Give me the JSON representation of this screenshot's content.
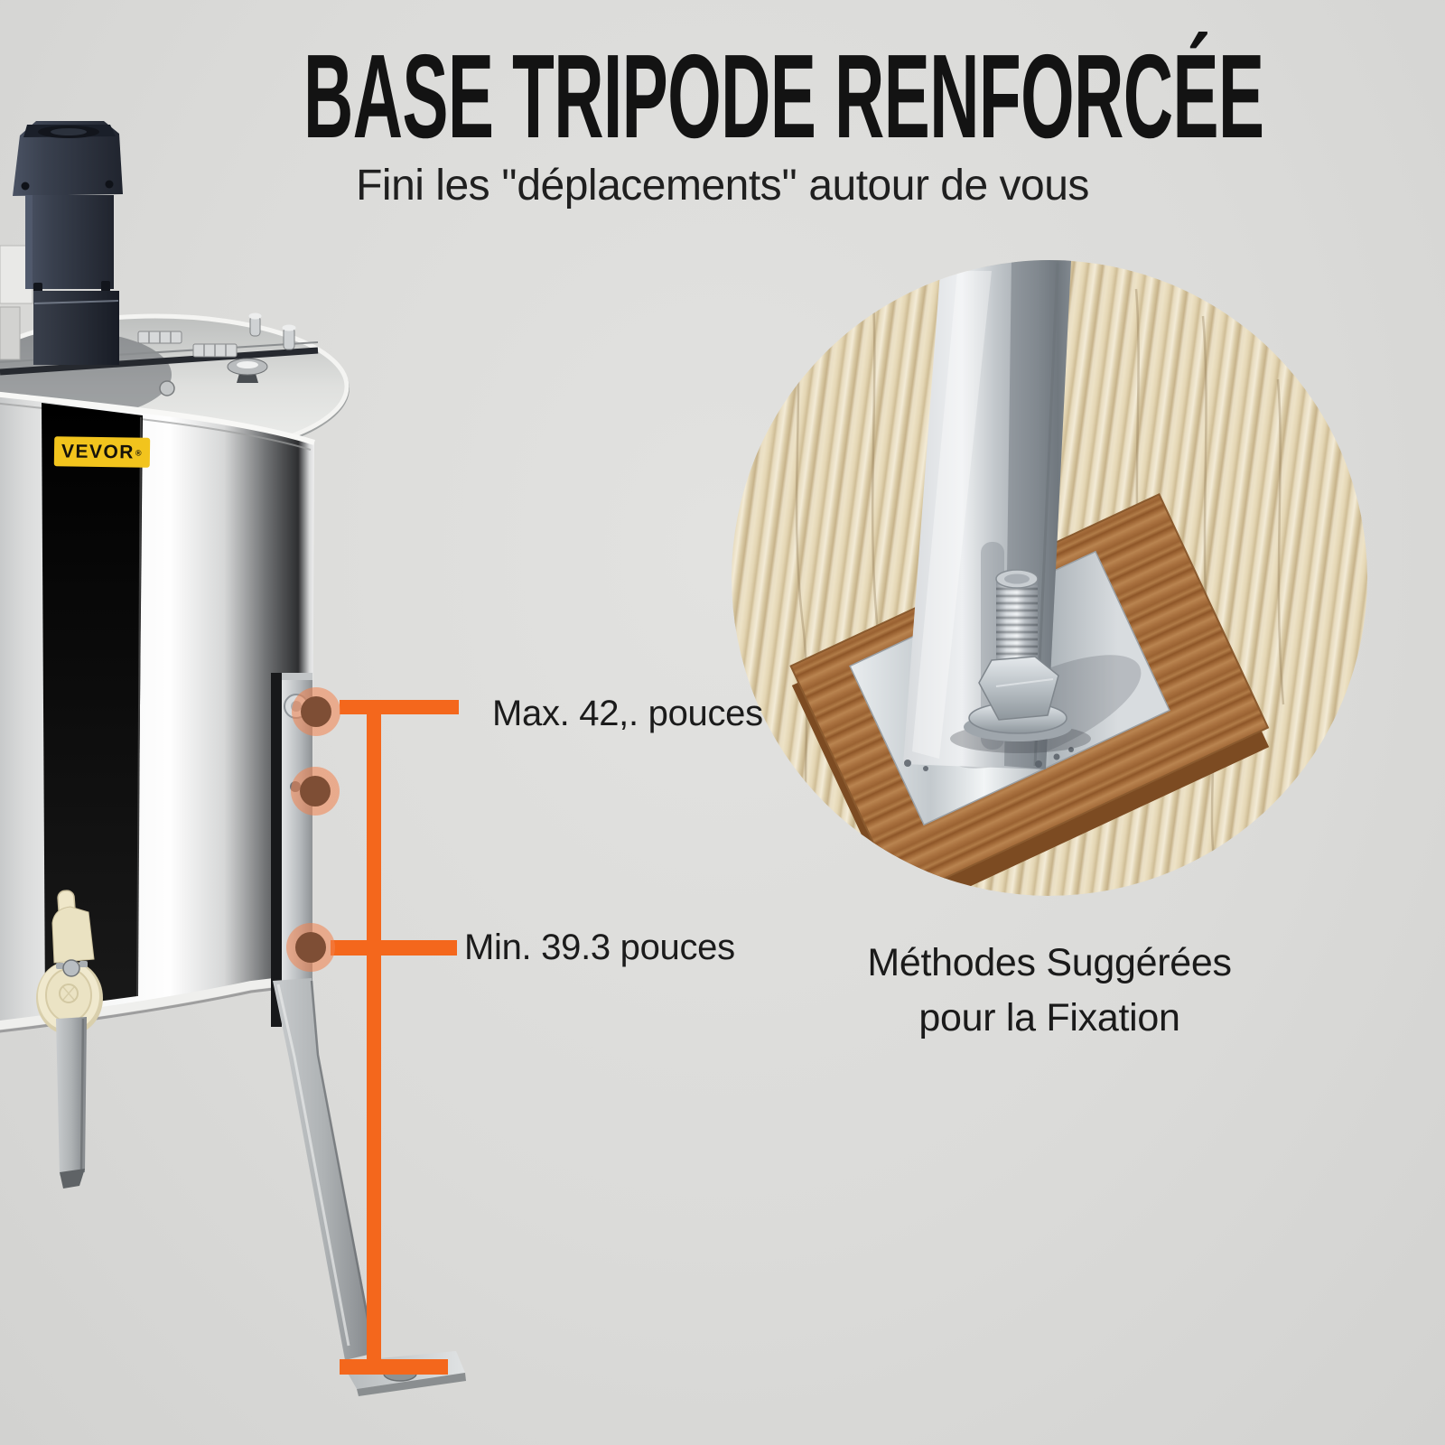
{
  "header": {
    "title": "BASE TRIPODE RENFORCÉE",
    "subtitle": "Fini les ''déplacements'' autour de vous"
  },
  "machine": {
    "brand_badge": {
      "text": "VEVOR",
      "registered_mark": "®"
    }
  },
  "measurements": {
    "max_label": "Max. 42,. pouces",
    "min_label": "Min. 39.3 pouces"
  },
  "inset": {
    "caption_line1": "Méthodes Suggérées",
    "caption_line2": "pour la Fixation"
  },
  "colors": {
    "accent_orange": "#F4671C",
    "marker_dot_brown": "#7E4E35",
    "marker_halo": "rgba(243,130,77,0.55)",
    "brand_yellow": "#F2C41D",
    "background_gray": "#DBDBD9",
    "title_text": "#131313"
  }
}
